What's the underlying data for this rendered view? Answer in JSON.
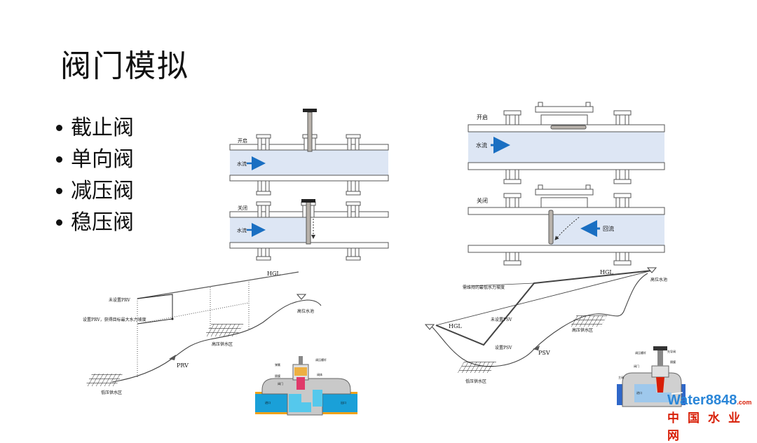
{
  "slide": {
    "title": "阀门模拟",
    "bullets": [
      "截止阀",
      "单向阀",
      "减压阀",
      "稳压阀"
    ]
  },
  "globe_valve": {
    "open_label": "开启",
    "closed_label": "关闭",
    "flow_label": "水流"
  },
  "check_valve": {
    "open_label": "开启",
    "closed_label": "关闭",
    "flow_label": "水流",
    "backflow_label": "回流"
  },
  "prv_diagram": {
    "hgl": "HGL",
    "no_prv": "未设置PRV",
    "with_prv": "设置PRV，获得目标最大水力坡度",
    "high_reservoir": "高位水池",
    "high_zone": "高压供水区",
    "low_zone": "低压供水区",
    "prv": "PRV",
    "callouts": [
      "调压螺杆",
      "弹簧",
      "隔膜",
      "阀体",
      "阀门"
    ],
    "flow_in": "进口",
    "flow_out": "出口"
  },
  "psv_diagram": {
    "hgl": "HGL",
    "required_min": "需维持的最低水力坡度",
    "high_reservoir": "高位水池",
    "no_psv": "未设置PSV",
    "with_psv": "设置PSV",
    "psv": "PSV",
    "high_zone": "高压供水区",
    "low_zone": "低压供水区",
    "callouts": [
      "调压螺杆",
      "先导阀",
      "隔膜",
      "阀门",
      "主阀",
      "进口"
    ]
  },
  "watermark": {
    "brand_en": "Water8848",
    "domain": ".com",
    "brand_cn": "中国水业网"
  },
  "colors": {
    "pipe_water": "#dde6f4",
    "pipe_line": "#555555",
    "arrow_blue": "#1a6fc2",
    "valve_grey": "#b8b2ab",
    "orange": "#f0a21a",
    "red": "#d81e06"
  }
}
